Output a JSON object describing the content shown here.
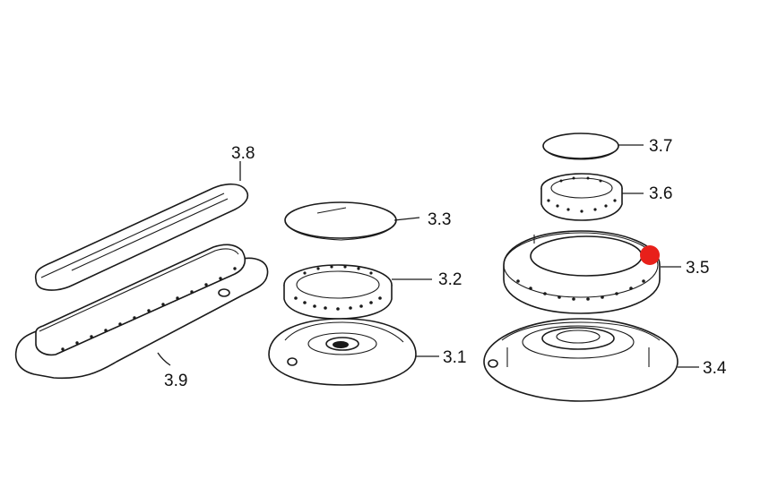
{
  "labels": {
    "l31": "3.1",
    "l32": "3.2",
    "l33": "3.3",
    "l34": "3.4",
    "l35": "3.5",
    "l36": "3.6",
    "l37": "3.7",
    "l38": "3.8",
    "l39": "3.9"
  },
  "marker": {
    "color": "#e8201a"
  }
}
